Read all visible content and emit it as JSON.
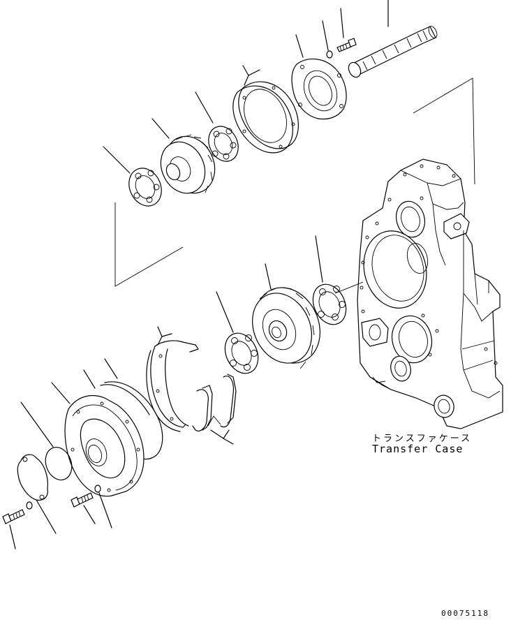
{
  "caption": {
    "japanese": "トランスファケース",
    "english": "Transfer Case"
  },
  "drawing_number": "00075118",
  "colors": {
    "line": "#000000",
    "background": "#ffffff"
  }
}
